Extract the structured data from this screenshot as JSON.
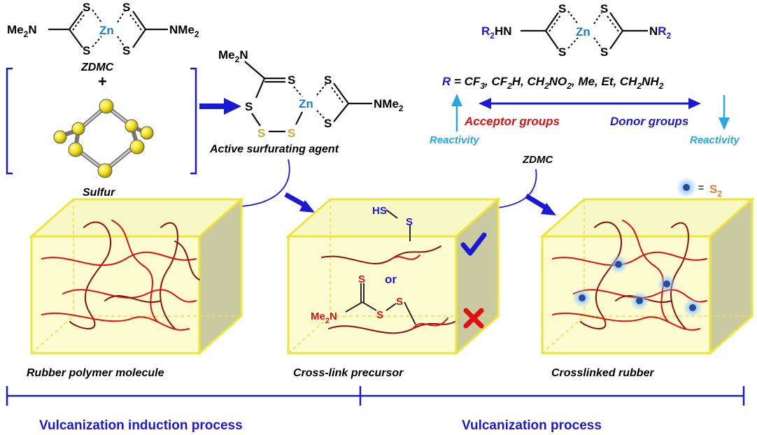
{
  "zdmc_left": {
    "me2n": "Me",
    "me2n_sub": "2",
    "me2n_n": "N",
    "nme2_n": "N",
    "nme2": "Me",
    "nme2_sub": "2",
    "zn": "Zn",
    "s": "S",
    "name": "ZDMC",
    "plus": "+",
    "sulfur": "Sulfur"
  },
  "active_agent": {
    "me2n": "Me",
    "me2n_sub": "2",
    "me2n_n": "N",
    "nme2_n": "N",
    "nme2": "Me",
    "nme2_sub": "2",
    "zn": "Zn",
    "s": "S",
    "label": "Active surfurating agent"
  },
  "general_complex": {
    "r2": "R",
    "r2_sub": "2",
    "hn": "HN",
    "n": "N",
    "nr": "R",
    "nr_sub": "2",
    "zn": "Zn",
    "s": "S",
    "r_label": "R",
    "r_eq": " = CF",
    "r_list_a_sub": "3",
    "r_list_b": ", CF",
    "r_list_b_sub": "2",
    "r_list_c": "H, CH",
    "r_list_c_sub": "2",
    "r_list_d": "NO",
    "r_list_d_sub": "2",
    "r_list_e": ", Me, Et, CH",
    "r_list_e_sub": "2",
    "r_list_f": "NH",
    "r_list_f_sub": "2",
    "acceptor": "Acceptor groups",
    "donor": "Donor groups",
    "reactivity_left": "Reactivity",
    "reactivity_right": "Reactivity"
  },
  "zdmc_mid": "ZDMC",
  "legend_s2": {
    "eq": "=",
    "s": "S",
    "sub": "2"
  },
  "precursor": {
    "hs": "HS",
    "s": "S",
    "or": "or",
    "me2n": "Me",
    "me2n_sub": "2",
    "me2n_n": "N",
    "s_top": "S",
    "s_mid": "S",
    "s_right": "S"
  },
  "boxes": {
    "left_caption": "Rubber polymer molecule",
    "mid_caption": "Cross-link precursor",
    "right_caption": "Crosslinked rubber"
  },
  "process": {
    "induction": "Vulcanization induction process",
    "vulcanization": "Vulcanization process"
  },
  "colors": {
    "blue": "#1a1ad6",
    "light_blue": "#27a6e6",
    "red": "#e01010",
    "dark_red": "#8b1010",
    "sulfur_yellow": "#f0e020",
    "box_face": "#fbfbc8",
    "box_side": "#c9c9a2",
    "box_edge": "#ece63a",
    "sulfur_text": "#c8a83a",
    "s2_orange": "#f07a30",
    "zn_teal": "#1a7fc4"
  },
  "icons": [
    "check-icon",
    "cross-icon",
    "arrow-icon",
    "sulfur-ring-icon"
  ]
}
